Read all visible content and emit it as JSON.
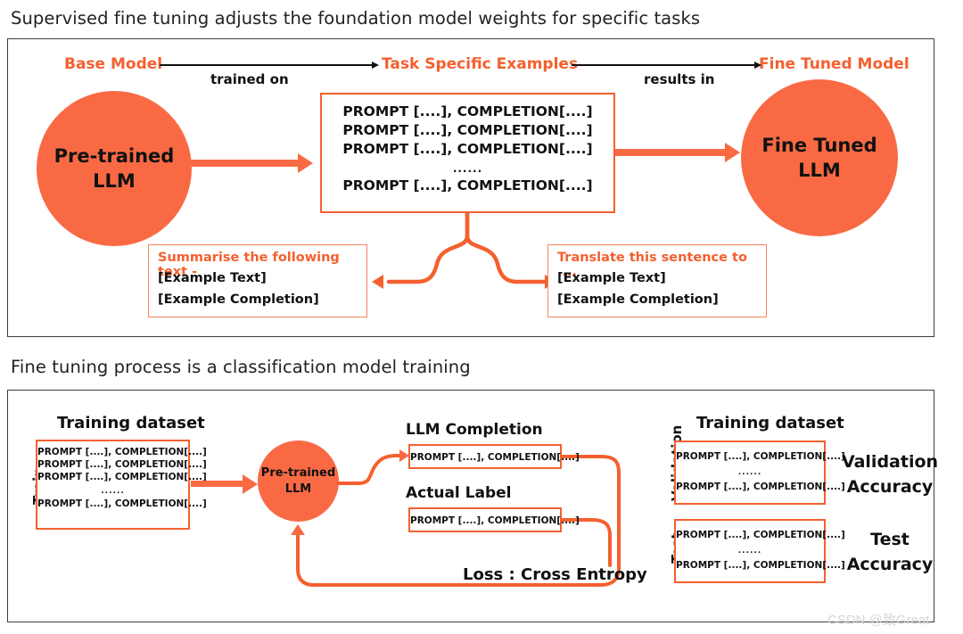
{
  "colors": {
    "orange": "#f96a44",
    "orange_text": "#f4602f",
    "orange_border": "#f4855e",
    "panel_border": "#3d3d3d",
    "text": "#111111",
    "watermark": "#d5d5d5"
  },
  "headings": {
    "top": "Supervised fine tuning adjusts the foundation model weights for specific tasks",
    "bottom": "Fine tuning process is a classification model training"
  },
  "top_panel": {
    "labels": {
      "base_model": "Base Model",
      "task_specific_examples": "Task Specific Examples",
      "fine_tuned_model": "Fine Tuned Model",
      "trained_on": "trained on",
      "results_in": "results in"
    },
    "base_circle": {
      "line1": "Pre-trained",
      "line2": "LLM"
    },
    "fine_tuned_circle": {
      "line1": "Fine Tuned",
      "line2": "LLM"
    },
    "dataset_box": {
      "rows": [
        "PROMPT [....], COMPLETION[....]",
        "PROMPT [....], COMPLETION[....]",
        "PROMPT [....], COMPLETION[....]"
      ],
      "ellipsis": "......",
      "last_row": "PROMPT [....], COMPLETION[....]"
    },
    "example_left": {
      "title": "Summarise the following text -",
      "line1": "[Example Text]",
      "line2": "[Example Completion]"
    },
    "example_right": {
      "title": "Translate this sentence to ....",
      "line1": "[Example Text]",
      "line2": "[Example Completion]"
    }
  },
  "bottom_panel": {
    "train_label": "Train",
    "training_dataset_caption_left": "Training dataset",
    "training_dataset_caption_right": "Training dataset",
    "train_box": {
      "rows": [
        "PROMPT [....], COMPLETION[....]",
        "PROMPT [....], COMPLETION[....]",
        "PROMPT [....], COMPLETION[....]"
      ],
      "ellipsis": "......",
      "last_row": "PROMPT [....], COMPLETION[....]"
    },
    "circle": {
      "line1": "Pre-trained",
      "line2": "LLM"
    },
    "llm_completion": {
      "caption": "LLM Completion",
      "row": "PROMPT [....], COMPLETION[....]"
    },
    "actual_label": {
      "caption": "Actual Label",
      "row": "PROMPT [....], COMPLETION[....]"
    },
    "loss_label": "Loss : Cross Entropy",
    "validation": {
      "side_label": "Validation",
      "row_first": "PROMPT [....], COMPLETION[....]",
      "ellipsis": "......",
      "row_last": "PROMPT [....], COMPLETION[....]",
      "accuracy_line1": "Validation",
      "accuracy_line2": "Accuracy"
    },
    "test": {
      "side_label": "Test",
      "row_first": "PROMPT [....], COMPLETION[....]",
      "ellipsis": "......",
      "row_last": "PROMPT [....], COMPLETION[....]",
      "accuracy_line1": "Test",
      "accuracy_line2": "Accuracy"
    }
  },
  "watermark": "CSDN @致Great"
}
